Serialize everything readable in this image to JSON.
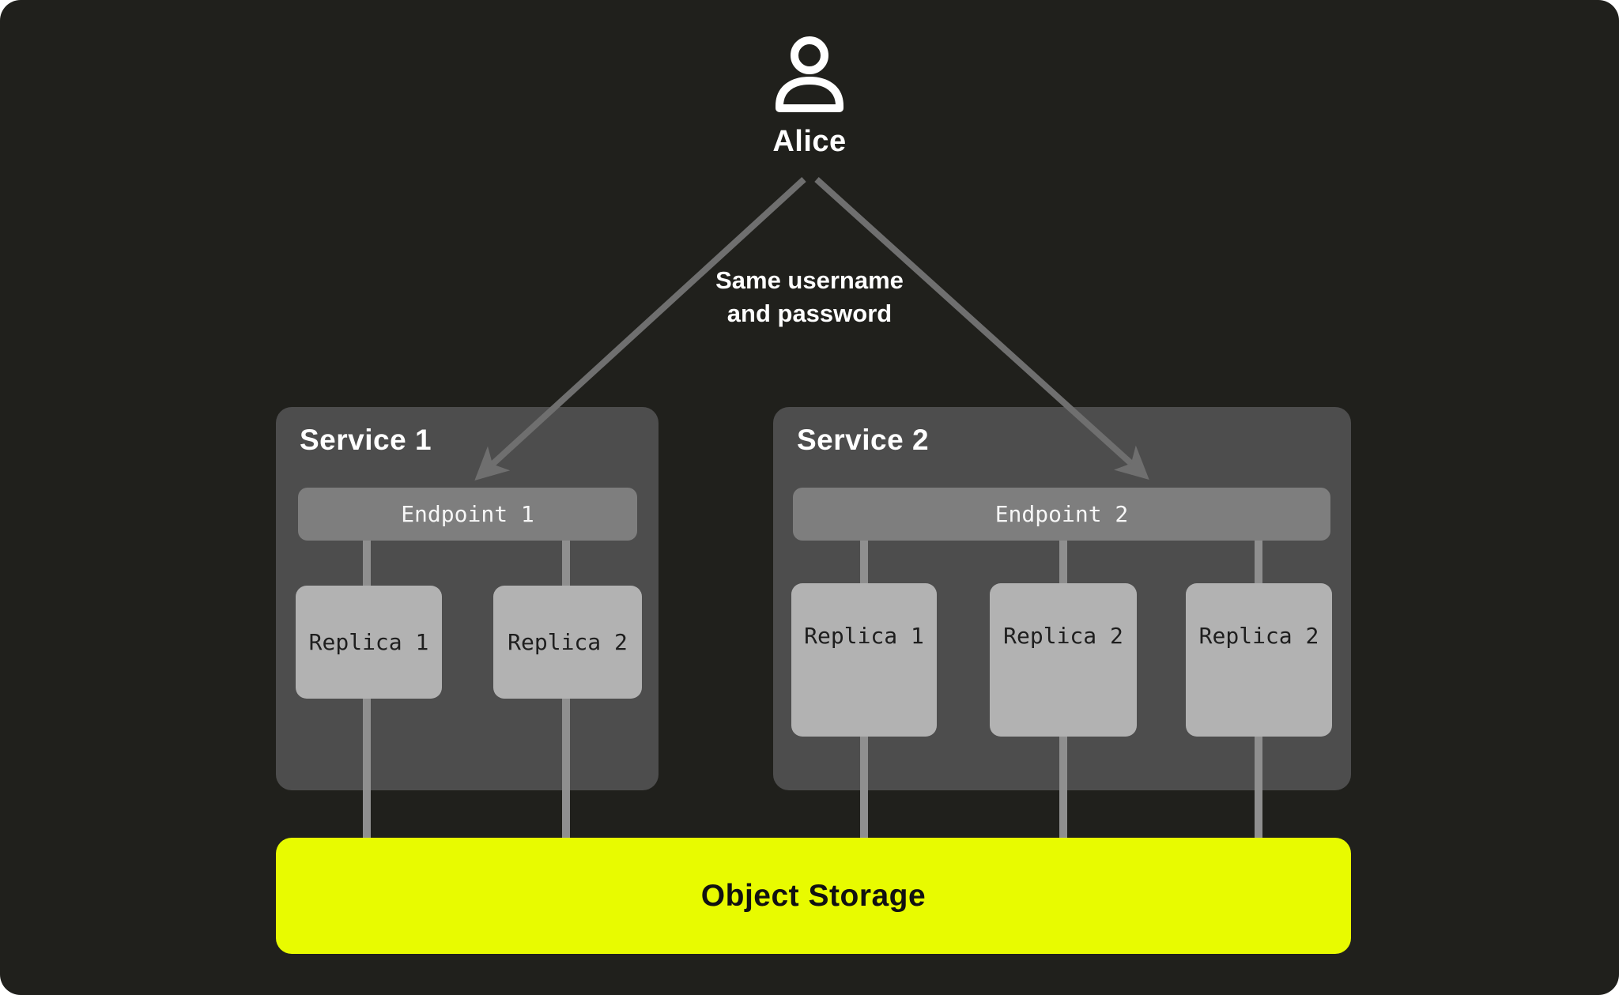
{
  "user": {
    "name": "Alice",
    "icon": "person-icon"
  },
  "connection_note": {
    "line1": "Same username",
    "line2": "and password"
  },
  "services": [
    {
      "title": "Service 1",
      "endpoint_label": "Endpoint 1",
      "replicas": [
        "Replica 1",
        "Replica 2"
      ]
    },
    {
      "title": "Service 2",
      "endpoint_label": "Endpoint 2",
      "replicas": [
        "Replica 1",
        "Replica 2",
        "Replica 2"
      ]
    }
  ],
  "storage": {
    "label": "Object Storage"
  },
  "colors": {
    "background": "#20201c",
    "service_box": "#4d4d4d",
    "endpoint_bar": "#7e7e7e",
    "replica_box": "#b2b2b2",
    "storage_accent": "#e8fb00",
    "arrow": "#6f6f6f",
    "connector_line": "#8f8f8f",
    "text_light": "#ffffff",
    "text_dark": "#1e1e1e"
  }
}
